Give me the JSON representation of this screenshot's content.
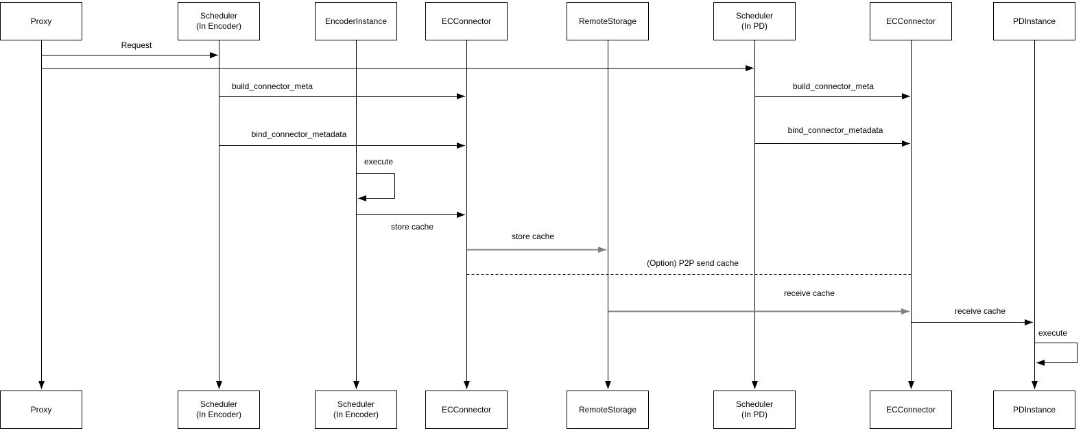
{
  "diagram": {
    "kind": "uml-sequence-diagram",
    "colors": {
      "background": "#ffffff",
      "stroke": "#000000",
      "stroke_secondary": "#808080",
      "text": "#000000"
    },
    "lifelines_top": [
      {
        "title": "Proxy",
        "subtitle": ""
      },
      {
        "title": "Scheduler",
        "subtitle": "(In Encoder)"
      },
      {
        "title": "EncoderInstance",
        "subtitle": ""
      },
      {
        "title": "ECConnector",
        "subtitle": ""
      },
      {
        "title": "RemoteStorage",
        "subtitle": ""
      },
      {
        "title": "Scheduler",
        "subtitle": "(In PD)"
      },
      {
        "title": "ECConnector",
        "subtitle": ""
      },
      {
        "title": "PDInstance",
        "subtitle": ""
      }
    ],
    "lifelines_bottom": [
      {
        "title": "Proxy",
        "subtitle": ""
      },
      {
        "title": "Scheduler",
        "subtitle": "(In Encoder)"
      },
      {
        "title": "Scheduler",
        "subtitle": "(In Encoder)"
      },
      {
        "title": "ECConnector",
        "subtitle": ""
      },
      {
        "title": "RemoteStorage",
        "subtitle": ""
      },
      {
        "title": "Scheduler",
        "subtitle": "(In PD)"
      },
      {
        "title": "ECConnector",
        "subtitle": ""
      },
      {
        "title": "PDInstance",
        "subtitle": ""
      }
    ],
    "messages": [
      {
        "label": "Request",
        "from": "Proxy",
        "to": "Scheduler (In Encoder)",
        "style": "solid-arrow",
        "color": "#000000"
      },
      {
        "label": "",
        "from": "Proxy",
        "to": "Scheduler (In PD)",
        "style": "solid-arrow",
        "color": "#000000"
      },
      {
        "label": "build_connector_meta",
        "from": "Scheduler (In Encoder)",
        "to": "ECConnector",
        "style": "solid-arrow",
        "color": "#000000"
      },
      {
        "label": "bind_connector_metadata",
        "from": "Scheduler (In Encoder)",
        "to": "ECConnector",
        "style": "solid-arrow",
        "color": "#000000"
      },
      {
        "label": "execute",
        "from": "EncoderInstance",
        "to": "EncoderInstance",
        "style": "self-loop",
        "color": "#000000"
      },
      {
        "label": "store cache",
        "from": "EncoderInstance",
        "to": "ECConnector",
        "style": "solid-arrow",
        "color": "#000000"
      },
      {
        "label": "store cache",
        "from": "ECConnector",
        "to": "RemoteStorage",
        "style": "solid-arrow",
        "color": "#808080"
      },
      {
        "label": "(Option) P2P send cache",
        "from": "ECConnector",
        "to": "ECConnector (In PD)",
        "style": "dashed-line",
        "color": "#000000"
      },
      {
        "label": "build_connector_meta",
        "from": "Scheduler (In PD)",
        "to": "ECConnector (In PD)",
        "style": "solid-arrow",
        "color": "#000000"
      },
      {
        "label": "bind_connector_metadata",
        "from": "Scheduler (In PD)",
        "to": "ECConnector (In PD)",
        "style": "solid-arrow",
        "color": "#000000"
      },
      {
        "label": "receive cache",
        "from": "RemoteStorage",
        "to": "ECConnector (In PD)",
        "style": "solid-arrow",
        "color": "#808080"
      },
      {
        "label": "receive cache",
        "from": "ECConnector (In PD)",
        "to": "PDInstance",
        "style": "solid-arrow",
        "color": "#000000"
      },
      {
        "label": "execute",
        "from": "PDInstance",
        "to": "PDInstance",
        "style": "self-loop",
        "color": "#000000"
      }
    ]
  }
}
